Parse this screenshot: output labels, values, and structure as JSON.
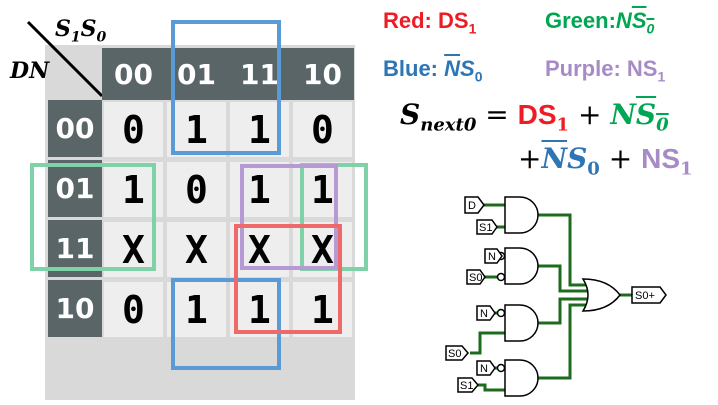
{
  "kmap": {
    "row_var": "DN",
    "col_var_a": "S",
    "col_var_a_sub": "1",
    "col_var_b": "S",
    "col_var_b_sub": "0",
    "columns": [
      "00",
      "01",
      "11",
      "10"
    ],
    "rows": [
      "00",
      "01",
      "11",
      "10"
    ],
    "cells": [
      [
        "0",
        "1",
        "1",
        "0"
      ],
      [
        "1",
        "0",
        "1",
        "1"
      ],
      [
        "X",
        "X",
        "X",
        "X"
      ],
      [
        "0",
        "1",
        "1",
        "1"
      ]
    ]
  },
  "legend": {
    "red_label": "Red: ",
    "red_term": "DS",
    "red_sub": "1",
    "green_label": "Green:",
    "green_term_n": "N",
    "green_term_s": "S",
    "green_sub": "0",
    "blue_label": "Blue: ",
    "blue_term_n": "N",
    "blue_term_s": "S",
    "blue_sub": "0",
    "purple_label": "Purple: ",
    "purple_term": "NS",
    "purple_sub": "1"
  },
  "equation": {
    "lhs": "S",
    "lhs_sub": "next0",
    "eq": " = ",
    "t1": "DS",
    "t1_sub": "1",
    "plus": " + ",
    "t2_n": "N",
    "t2_s": "S",
    "t2_sub": "0",
    "line2_plus": "+",
    "t3_n": "N",
    "t3_s": "S",
    "t3_sub": "0",
    "t4": "NS",
    "t4_sub": "1"
  },
  "circuit": {
    "inputs": [
      "D",
      "S1",
      "N",
      "S0",
      "N",
      "S0",
      "N",
      "S1"
    ],
    "output": "S0+"
  },
  "colors": {
    "red": "#ee1c25",
    "green": "#00a651",
    "blue": "#2e75b6",
    "purple": "#a78bc7",
    "wire": "#1e6b1e",
    "header": "#5a6568"
  }
}
